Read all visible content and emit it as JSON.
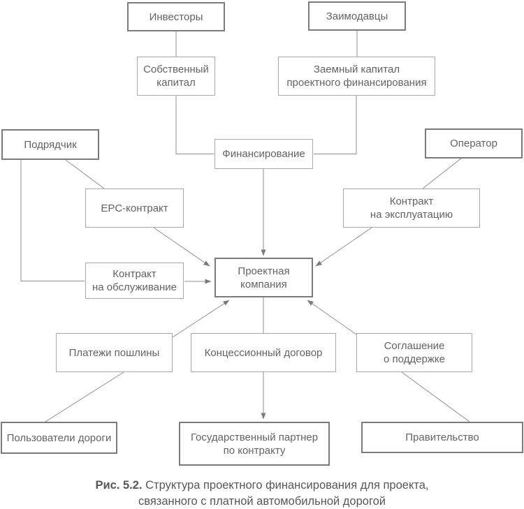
{
  "diagram": {
    "nodes": {
      "investors": {
        "label": "Инвесторы",
        "kind": "entity"
      },
      "lenders": {
        "label": "Заимодавцы",
        "kind": "entity"
      },
      "equity": {
        "label": "Собственный\nкапитал",
        "kind": "contract"
      },
      "debt": {
        "label": "Заемный капитал\nпроектного финансирования",
        "kind": "contract"
      },
      "contractor": {
        "label": "Подрядчик",
        "kind": "entity"
      },
      "financing": {
        "label": "Финансирование",
        "kind": "contract"
      },
      "operator": {
        "label": "Оператор",
        "kind": "entity"
      },
      "epc_contract": {
        "label": "EPC-контракт",
        "kind": "contract"
      },
      "operation_contract": {
        "label": "Контракт\nна эксплуатацию",
        "kind": "contract"
      },
      "maintenance_contract": {
        "label": "Контракт\nна обслуживание",
        "kind": "contract"
      },
      "project_company": {
        "label": "Проектная\nкомпания",
        "kind": "entity"
      },
      "toll_payments": {
        "label": "Платежи пошлины",
        "kind": "contract"
      },
      "concession": {
        "label": "Концессионный договор",
        "kind": "contract"
      },
      "support_agreement": {
        "label": "Соглашение\nо поддержке",
        "kind": "contract"
      },
      "road_users": {
        "label": "Пользователи дороги",
        "kind": "entity"
      },
      "state_partner": {
        "label": "Государственный партнер\nпо контракту",
        "kind": "entity"
      },
      "government": {
        "label": "Правительство",
        "kind": "entity"
      }
    },
    "edges": [
      {
        "from": "investors",
        "to": "equity",
        "arrow": false
      },
      {
        "from": "lenders",
        "to": "debt",
        "arrow": false
      },
      {
        "from": "equity",
        "to": "financing",
        "arrow": false
      },
      {
        "from": "debt",
        "to": "financing",
        "arrow": false
      },
      {
        "from": "financing",
        "to": "project_company",
        "arrow": true
      },
      {
        "from": "contractor",
        "to": "epc_contract",
        "arrow": false
      },
      {
        "from": "contractor",
        "to": "maintenance_contract",
        "arrow": false
      },
      {
        "from": "epc_contract",
        "to": "project_company",
        "arrow": true
      },
      {
        "from": "maintenance_contract",
        "to": "project_company",
        "arrow": true
      },
      {
        "from": "operator",
        "to": "operation_contract",
        "arrow": false
      },
      {
        "from": "operation_contract",
        "to": "project_company",
        "arrow": true
      },
      {
        "from": "toll_payments",
        "to": "project_company",
        "arrow": true
      },
      {
        "from": "road_users",
        "to": "toll_payments",
        "arrow": false
      },
      {
        "from": "project_company",
        "to": "concession",
        "arrow": false
      },
      {
        "from": "concession",
        "to": "state_partner",
        "arrow": true
      },
      {
        "from": "support_agreement",
        "to": "project_company",
        "arrow": true
      },
      {
        "from": "support_agreement",
        "to": "government",
        "arrow": false
      }
    ],
    "caption": {
      "prefix": "Рис. 5.2.",
      "text": "Структура проектного финансирования для проекта, связанного с платной автомобильной дорогой"
    }
  },
  "colors": {
    "background": "#ffffff",
    "entity_border": "#7b7b7b",
    "contract_border": "#aaaaaa",
    "line": "#8f8f8f",
    "arrowhead": "#7b7b7b",
    "node_text": "#636363",
    "caption_text": "#575757"
  }
}
